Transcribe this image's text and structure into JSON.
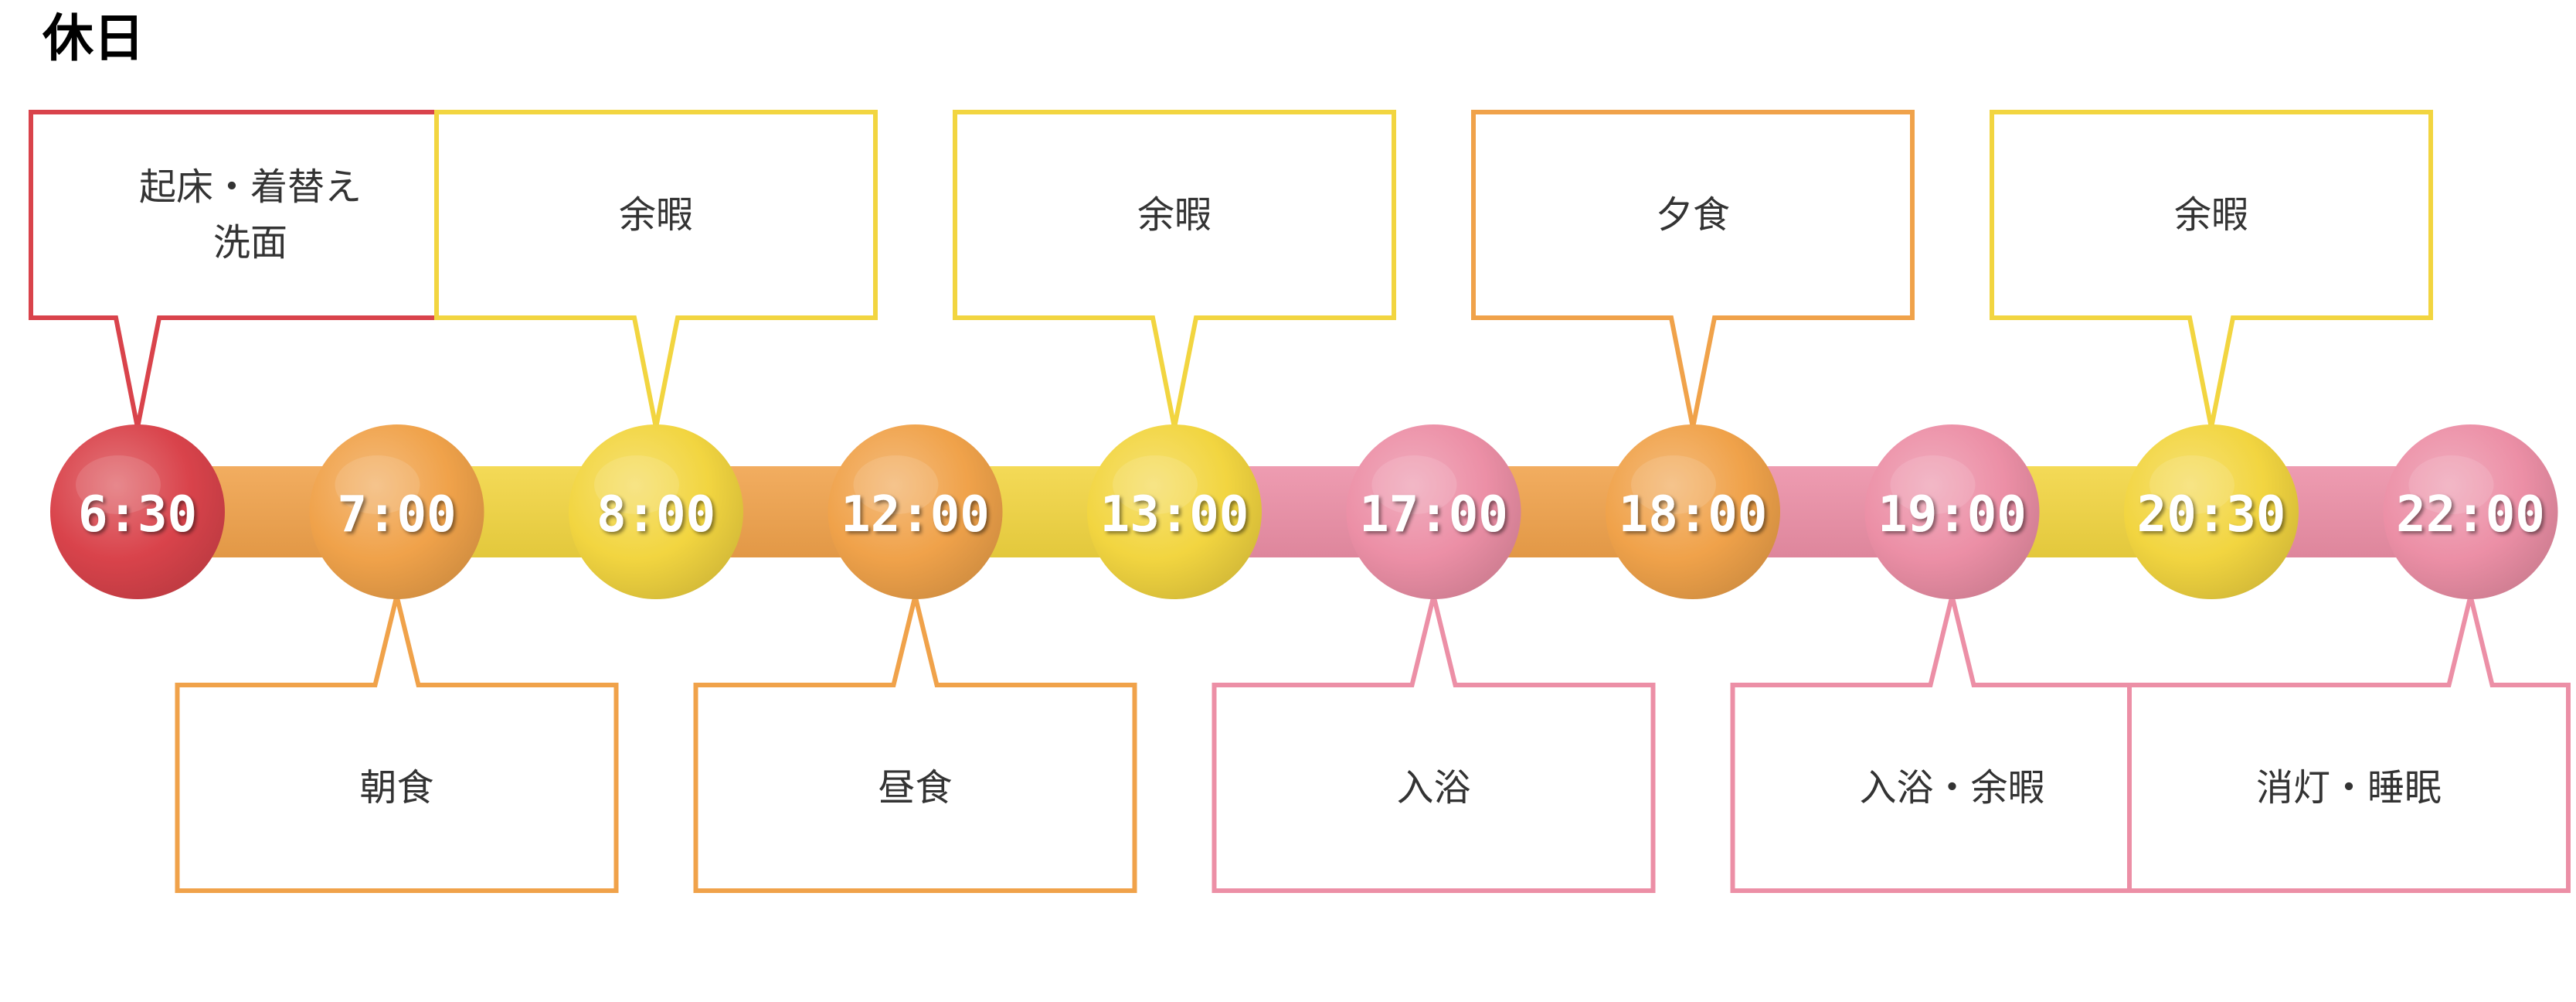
{
  "title": "休日",
  "colors": {
    "red": "#d9434b",
    "orange": "#f0a24a",
    "yellow": "#f2d540",
    "pink": "#ec8fa6",
    "text": "#333333"
  },
  "stops": [
    {
      "time": "6:30",
      "color": "red"
    },
    {
      "time": "7:00",
      "color": "orange"
    },
    {
      "time": "8:00",
      "color": "yellow"
    },
    {
      "time": "12:00",
      "color": "orange"
    },
    {
      "time": "13:00",
      "color": "yellow"
    },
    {
      "time": "17:00",
      "color": "pink"
    },
    {
      "time": "18:00",
      "color": "orange"
    },
    {
      "time": "19:00",
      "color": "pink"
    },
    {
      "time": "20:30",
      "color": "yellow"
    },
    {
      "time": "22:00",
      "color": "pink"
    }
  ],
  "segments": [
    "orange",
    "yellow",
    "orange",
    "yellow",
    "pink",
    "orange",
    "pink",
    "yellow",
    "pink"
  ],
  "callouts": [
    {
      "stop": 0,
      "side": "top",
      "lines": [
        "起床・着替え",
        "洗面"
      ],
      "color": "red"
    },
    {
      "stop": 1,
      "side": "bottom",
      "lines": [
        "朝食"
      ],
      "color": "orange"
    },
    {
      "stop": 2,
      "side": "top",
      "lines": [
        "余暇"
      ],
      "color": "yellow"
    },
    {
      "stop": 3,
      "side": "bottom",
      "lines": [
        "昼食"
      ],
      "color": "orange"
    },
    {
      "stop": 4,
      "side": "top",
      "lines": [
        "余暇"
      ],
      "color": "yellow"
    },
    {
      "stop": 5,
      "side": "bottom",
      "lines": [
        "入浴"
      ],
      "color": "pink"
    },
    {
      "stop": 6,
      "side": "top",
      "lines": [
        "夕食"
      ],
      "color": "orange"
    },
    {
      "stop": 7,
      "side": "bottom",
      "lines": [
        "入浴・余暇"
      ],
      "color": "pink"
    },
    {
      "stop": 8,
      "side": "top",
      "lines": [
        "余暇"
      ],
      "color": "yellow"
    },
    {
      "stop": 9,
      "side": "bottom",
      "lines": [
        "消灯・睡眠"
      ],
      "color": "pink"
    }
  ]
}
